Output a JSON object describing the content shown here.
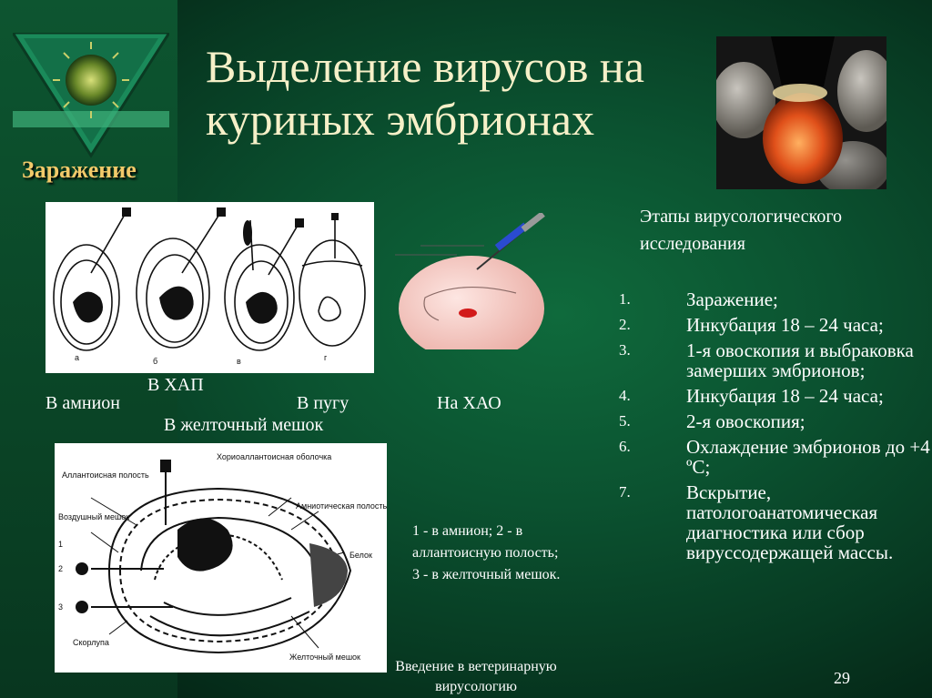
{
  "section_label": "Заражение",
  "title_line1": "Выделение вирусов на",
  "title_line2": "куриных эмбрионах",
  "figure1": {
    "sublabels": [
      "а",
      "б",
      "в",
      "г"
    ],
    "captions": {
      "amnion": "В амнион",
      "hap": "В ХАП",
      "pugu": "В пугу",
      "yolk": "В желточный мешок",
      "hao": "На ХАО"
    }
  },
  "figure2": {
    "labels": {
      "allantois": "Аллантоисная полость",
      "air": "Воздушный мешок",
      "chorio": "Хориоаллантоисная оболочка",
      "amnio": "Амниотическая полость",
      "protein": "Белок",
      "yolk": "Желточный мешок",
      "shell": "Скорлупа",
      "n1": "1",
      "n2": "2",
      "n3": "3"
    },
    "note": "1 - в амнион; 2 - в аллантоисную полость; 3 - в желточный мешок."
  },
  "stages_title": "Этапы вирусологического исследования",
  "stages": [
    {
      "num": "1.",
      "text": "Заражение;"
    },
    {
      "num": "2.",
      "text": "Инкубация 18 – 24 часа;"
    },
    {
      "num": "3.",
      "text": "1-я овоскопия и выбраковка замерших эмбрионов;"
    },
    {
      "num": "4.",
      "text": "Инкубация 18 – 24 часа;"
    },
    {
      "num": "5.",
      "text": "2-я овоскопия;"
    },
    {
      "num": "6.",
      "text": "Охлаждение эмбрионов до +4 ºС;"
    },
    {
      "num": "7.",
      "text": "Вскрытие, патологоанатомическая диагностика или сбор вируссодержащей массы."
    }
  ],
  "footer": "Введение в ветеринарную вирусологию",
  "page_number": "29"
}
